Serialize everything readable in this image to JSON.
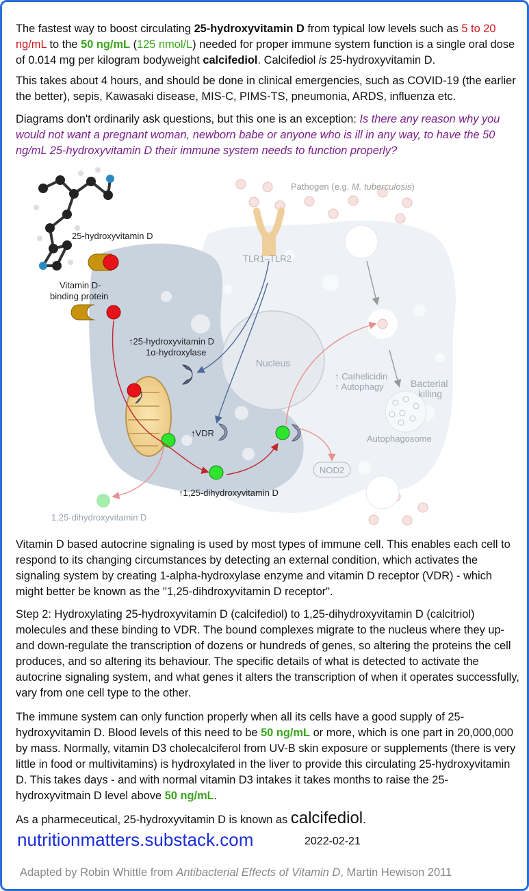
{
  "intro": {
    "p1_a": "The fastest way to boost circulating ",
    "p1_b": "25-hydroxyvitamin D",
    "p1_c": " from typical low levels such as ",
    "p1_d": "5 to 20 ng/mL",
    "p1_e": " to the ",
    "p1_f": "50 ng/mL",
    "p1_g": " (",
    "p1_h": "125 nmol/L",
    "p1_i": ") needed for proper immune system function is a single oral dose of 0.014 mg per kilogram bodyweight ",
    "p1_j": "calcifediol",
    "p1_k": ".  Calcifediol ",
    "p1_l": "is",
    "p1_m": " 25-hydroxyvitamin D.",
    "p2": "This takes about 4 hours, and should be done in clinical emergencies, such as COVID-19 (the earlier the better), sepis, Kawasaki disease, MIS-C, PIMS-TS, pneumonia, ARDS, influenza etc.",
    "p3_a": "Diagrams don't ordinarily ask questions, but this one is an exception: ",
    "p3_b": "Is there any reason why you would not want a pregnant woman, newborn babe or anyone who is ill in any way, to have the 50 ng/mL 25-hydroxyvitamin D their immune system needs to function properly?"
  },
  "diagram": {
    "pathogen_a": "Pathogen (e.g. ",
    "pathogen_b": "M. tuberculosis",
    "pathogen_c": ")",
    "tlr": "TLR1–TLR2",
    "hydroxy_top": "25-hydroxyvitamin D",
    "dbp_1": "Vitamin D-",
    "dbp_2": "binding protein",
    "enzyme_1": "↑25-hydroxyvitamin D",
    "enzyme_2": "1α-hydroxylase",
    "nucleus": "Nucleus",
    "cathelicidin": "↑ Cathelicidin",
    "autophagy": "↑ Autophagy",
    "bacterial": "Bacterial",
    "killing": "killing",
    "autophagosome": "Autophagosome",
    "vdr": "↑VDR",
    "nod2": "NOD2",
    "dihydroxy_in": "↑1,25-dihydroxyvitamin D",
    "dihydroxy_out": "1,25-dihydroxyvitamin D"
  },
  "body": {
    "p4": "Vitamin D based autocrine signaling is used by most types of immune cell.  This enables each cell to respond to its changing circumstances by detecting an external condition, which activates the signaling system by creating 1-alpha-hydroxylase enzyme and vitamin D receptor (VDR) - which might better be known as the \"1,25-dihdroxyvitamin D receptor\".",
    "p5": "Step 2: Hydroxylating 25-hydroxyvitamin D (calcifediol) to 1,25-dihydroxyvitamin D (calcitriol) molecules and these binding to VDR.  The bound complexes migrate to the nucleus where they up- and down-regulate the transcription of dozens or hundreds of genes, so altering the proteins the cell produces, and so altering its behaviour.  The specific details of what is detected to activate the autocrine signaling system, and what genes it alters the transcription of when it operates successfully, vary from one cell type to the other.",
    "p6_a": "The immune system can only function properly when all its cells have a good supply of 25-hydroxyvitamin D.  Blood levels of this need to be ",
    "p6_b": "50 ng/mL",
    "p6_c": " or more, which is one part in 20,000,000 by mass.  Normally, vitamin D3 cholecalciferol from UV-B skin exposure or supplements (there is very little in food or multivitamins) is hydroxylated in the liver to provide this circulating 25-hydroxyvitamin D.  This takes days - and with normal vitamin D3 intakes it takes months to raise the 25-hydroxyvitmain D level above ",
    "p6_d": "50 ng/mL",
    "p6_e": ".",
    "p7_a": "As a pharmeceutical, 25-hydroxyvitamin D is known as ",
    "p7_b": "calcifediol",
    "p7_c": "."
  },
  "footer": {
    "url": "nutritionmatters.substack.com",
    "date": "2022-02-21",
    "credit_a": "Adapted by Robin Whittle from ",
    "credit_b": "Antibacterial Effects of Vitamin D",
    "credit_c": ", Martin Hewison 2011"
  },
  "colors": {
    "border": "#2a6fdb",
    "red": "#d0161b",
    "green": "#3aa51c",
    "purple": "#7b1f8c",
    "link": "#1a2ddb"
  }
}
